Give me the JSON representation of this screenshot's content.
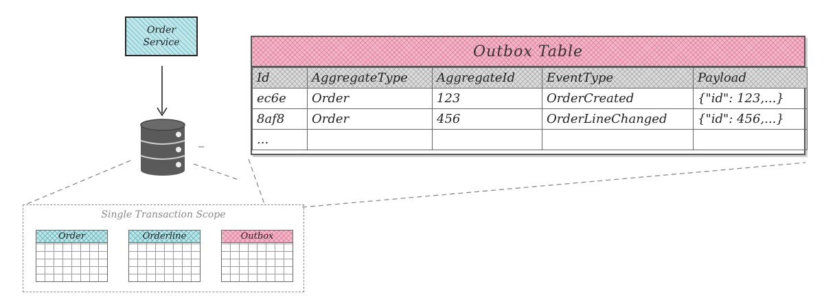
{
  "order_service": {
    "label": "Order\nService"
  },
  "outbox_table": {
    "title": "Outbox Table",
    "columns": [
      "Id",
      "AggregateType",
      "AggregateId",
      "EventType",
      "Payload"
    ],
    "rows": [
      [
        "ec6e",
        "Order",
        "123",
        "OrderCreated",
        "{\"id\": 123,...}"
      ],
      [
        "8af8",
        "Order",
        "456",
        "OrderLineChanged",
        "{\"id\": 456,...}"
      ],
      [
        "...",
        "",
        "",
        "",
        ""
      ]
    ]
  },
  "transaction_scope": {
    "label": "Single Transaction Scope",
    "tables": [
      "Order",
      "Orderline",
      "Outbox"
    ]
  },
  "colors": {
    "teal": "#bfe6ea",
    "pink": "#f2b8c9",
    "gray": "#dcdcdc",
    "database": "#555555"
  },
  "icons": [
    "database-icon",
    "arrow-down-icon"
  ]
}
